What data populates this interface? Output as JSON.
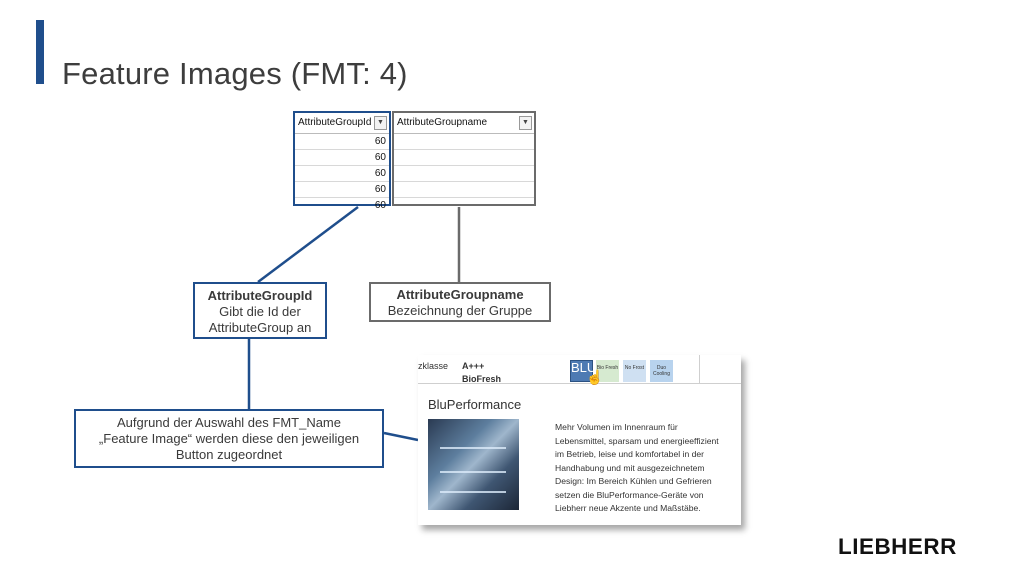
{
  "slide": {
    "title": "Feature Images (FMT: 4)"
  },
  "table": {
    "col_id_header": "AttributeGroupId",
    "col_name_header": "AttributeGroupname",
    "id_values": [
      "60",
      "60",
      "60",
      "60",
      "60"
    ]
  },
  "callouts": {
    "id_title": "AttributeGroupId",
    "id_line1": "Gibt die Id der",
    "id_line2": "AttributeGroup an",
    "name_title": "AttributeGroupname",
    "name_line1": "Bezeichnung der Gruppe",
    "note_line1": "Aufgrund der Auswahl des FMT_Name",
    "note_line2": "„Feature Image“ werden diese den  jeweiligen",
    "note_line3": "Button zugeordnet"
  },
  "screenshot": {
    "label_class": "zklasse",
    "value_class": "A+++",
    "value_biofresh": "BioFresh",
    "buttons": {
      "blu": "BLU",
      "bio": "Bio Fresh",
      "no": "No Frost",
      "duo": "Duo Cooling"
    },
    "heading": "BluPerformance",
    "description": [
      "Mehr Volumen im Innenraum für",
      "Lebensmittel, sparsam und energieeffizient",
      "im Betrieb, leise und komfortabel in der",
      "Handhabung und mit ausgezeichnetem",
      "Design: Im Bereich Kühlen und Gefrieren",
      "setzen die BluPerformance-Geräte von",
      "Liebherr neue Akzente und Maßstäbe."
    ]
  },
  "brand": {
    "logo_text": "LIEBHERR",
    "accent_color": "#1f4e8c"
  }
}
